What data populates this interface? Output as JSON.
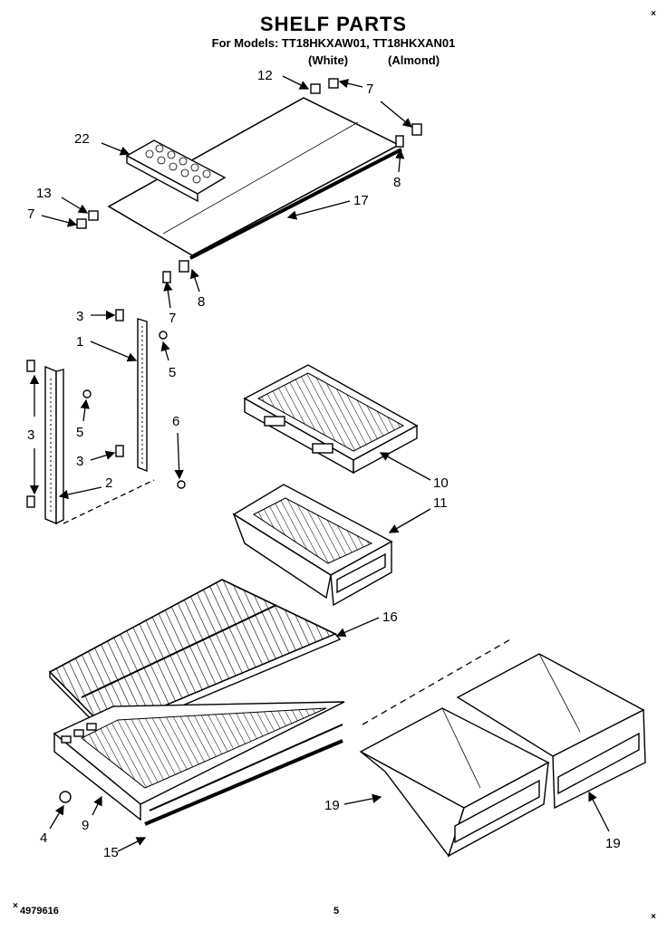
{
  "header": {
    "title": "SHELF PARTS",
    "models": "For Models: TT18HKXAW01, TT18HKXAN01",
    "variant_white": "(White)",
    "variant_almond": "(Almond)"
  },
  "footer": {
    "doc_number": "4979616",
    "page_number": "5"
  },
  "corner_marks": {
    "top_right": "×",
    "bottom_left": "×",
    "bottom_right": "×"
  },
  "callouts": [
    {
      "id": "c12",
      "text": "12"
    },
    {
      "id": "c7a",
      "text": "7"
    },
    {
      "id": "c22",
      "text": "22"
    },
    {
      "id": "c8a",
      "text": "8"
    },
    {
      "id": "c13",
      "text": "13"
    },
    {
      "id": "c7b",
      "text": "7"
    },
    {
      "id": "c17",
      "text": "17"
    },
    {
      "id": "c7c",
      "text": "7"
    },
    {
      "id": "c8b",
      "text": "8"
    },
    {
      "id": "c3a",
      "text": "3"
    },
    {
      "id": "c1",
      "text": "1"
    },
    {
      "id": "c5a",
      "text": "5"
    },
    {
      "id": "c5b",
      "text": "5"
    },
    {
      "id": "c3b",
      "text": "3"
    },
    {
      "id": "c6",
      "text": "6"
    },
    {
      "id": "c3c",
      "text": "3"
    },
    {
      "id": "c2",
      "text": "2"
    },
    {
      "id": "c10",
      "text": "10"
    },
    {
      "id": "c11",
      "text": "11"
    },
    {
      "id": "c16",
      "text": "16"
    },
    {
      "id": "c19a",
      "text": "19"
    },
    {
      "id": "c19b",
      "text": "19"
    },
    {
      "id": "c4",
      "text": "4"
    },
    {
      "id": "c9",
      "text": "9"
    },
    {
      "id": "c15",
      "text": "15"
    }
  ]
}
